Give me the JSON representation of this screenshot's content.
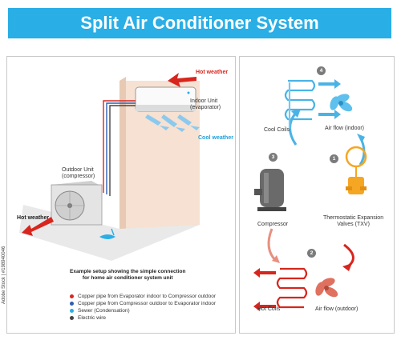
{
  "title": "Split Air Conditioner System",
  "left_panel": {
    "hot_weather_top": "Hot weather",
    "indoor_unit_line1": "Indoor Unit",
    "indoor_unit_line2": "(evaporator)",
    "cool_weather": "Cool weather",
    "outdoor_unit_line1": "Outdoor Unit",
    "outdoor_unit_line2": "(compressor)",
    "hot_weather_left": "Hot weather",
    "caption_line1": "Example setup showing the simple connection",
    "caption_line2": "for home air conditioner system unit",
    "legend": [
      {
        "label": "Copper pipe from Evaporator indoor to Compressor outdoor",
        "color": "#d7261e"
      },
      {
        "label": "Copper pipe from Compressor outdoor to Evaporator indoor",
        "color": "#2d5fb0"
      },
      {
        "label": "Sewer (Condensation)",
        "color": "#29aee6"
      },
      {
        "label": "Electric wire",
        "color": "#444444"
      }
    ]
  },
  "right_panel": {
    "step_1": "1",
    "step_2": "2",
    "step_3": "3",
    "step_4": "4",
    "cool_coils": "Cool Coils",
    "airflow_indoor": "Air flow (indoor)",
    "compressor": "Compressor",
    "txv_line1": "Thermostatic Expansion",
    "txv_line2": "Valves (TXV)",
    "hot_coils": "Hot Coils",
    "airflow_outdoor": "Air flow (outdoor)"
  },
  "watermark": "Adobe Stock | #198940046",
  "colors": {
    "title_bg": "#29aee6",
    "hot": "#d7261e",
    "cold": "#1f9fd8",
    "wall": "#f6e1d2",
    "fan": "#e07060"
  }
}
